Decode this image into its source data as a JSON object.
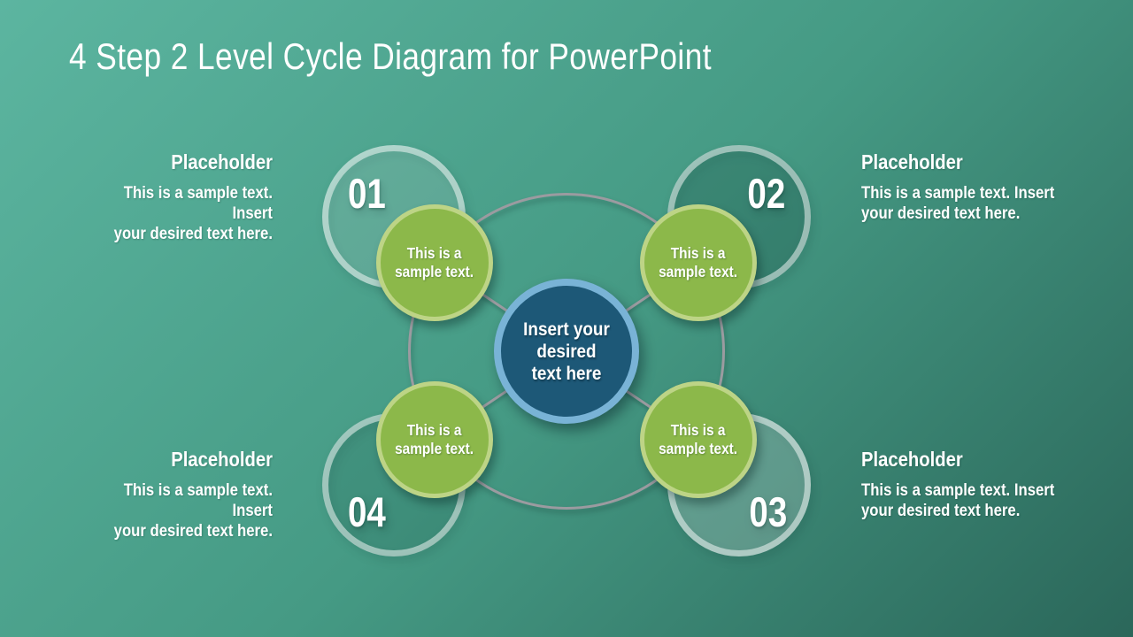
{
  "slide": {
    "title": "4 Step 2 Level Cycle Diagram for PowerPoint",
    "center": {
      "line1": "Insert your desired",
      "line2": "text here"
    },
    "sample_text": {
      "line1": "This is a",
      "line2": "sample text."
    },
    "steps": [
      {
        "number": "01"
      },
      {
        "number": "02"
      },
      {
        "number": "03"
      },
      {
        "number": "04"
      }
    ],
    "placeholders": [
      {
        "title": "Placeholder",
        "body_line1": "This is a sample text. Insert",
        "body_line2": "your desired text here."
      },
      {
        "title": "Placeholder",
        "body_line1": "This is a sample text. Insert",
        "body_line2": "your desired text here."
      },
      {
        "title": "Placeholder",
        "body_line1": "This is a sample text. Insert",
        "body_line2": "your desired text here."
      },
      {
        "title": "Placeholder",
        "body_line1": "This is a sample text. Insert",
        "body_line2": "your desired text here."
      }
    ]
  },
  "colors": {
    "bg_top_left": "#5cb5a0",
    "bg_mid": "#459a84",
    "bg_bottom_right": "#2b675a",
    "center_fill": "#1d5877",
    "center_border": "#79b3d6",
    "sample_fill": "#8cb84a",
    "sample_border": "#bdd486",
    "orbit_line": "#9b9ba0",
    "text": "#ffffff"
  }
}
